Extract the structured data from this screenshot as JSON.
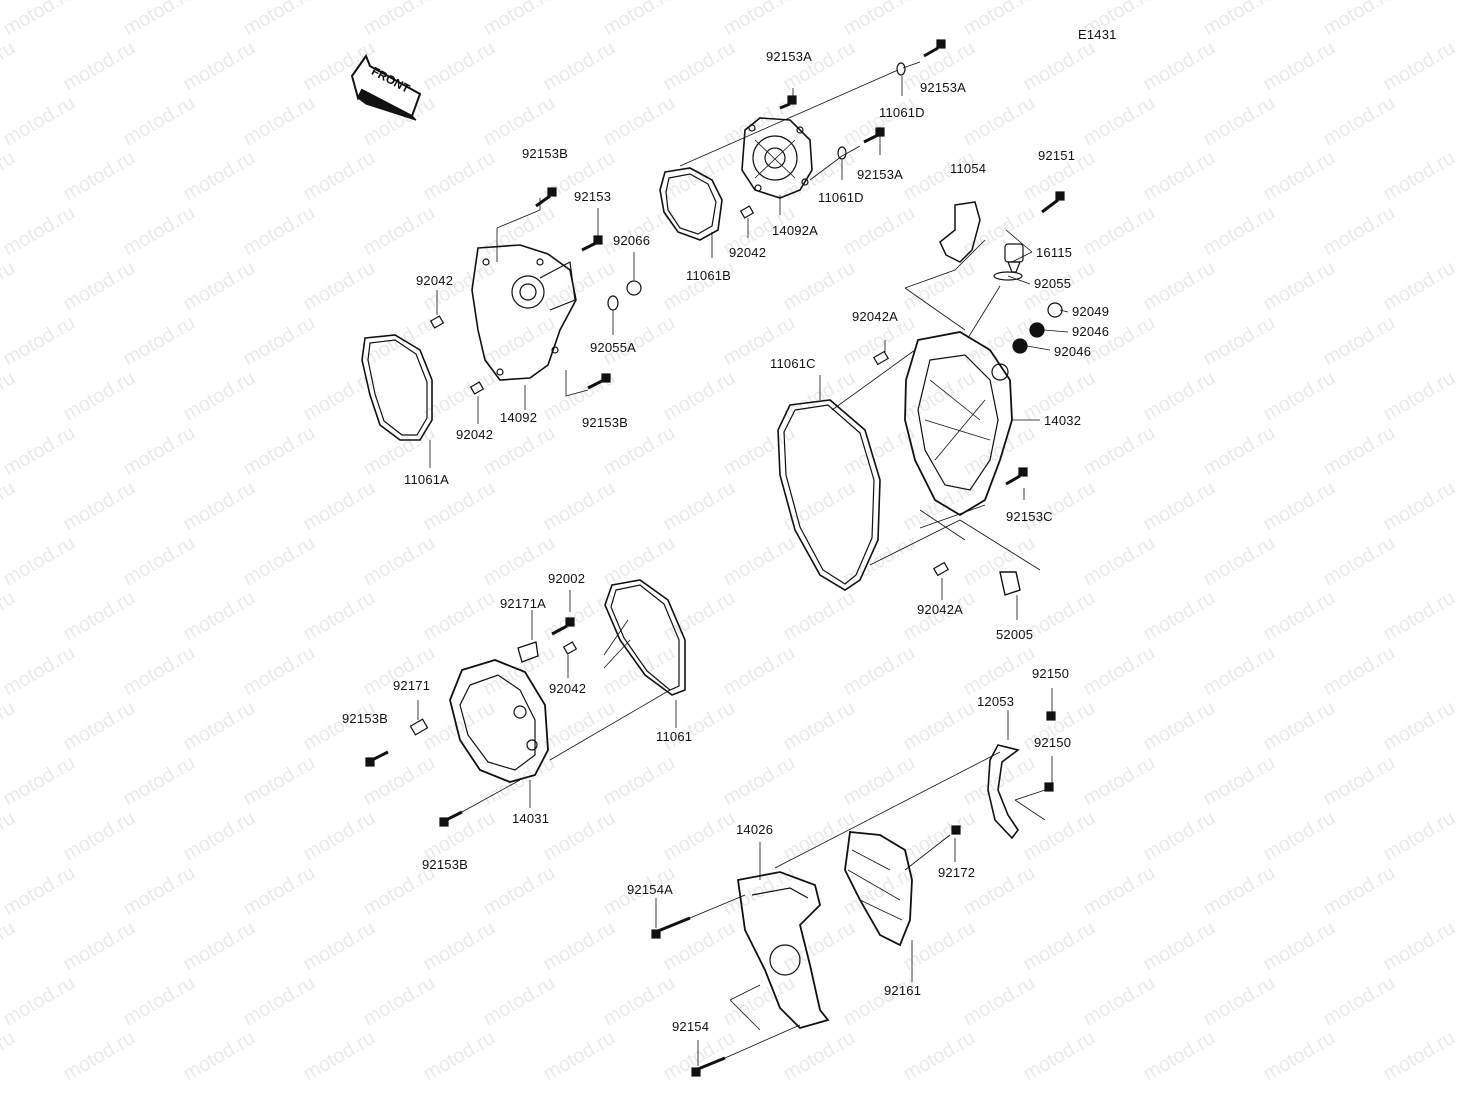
{
  "diagram_id": "E1431",
  "front_label": "FRONT",
  "watermark_text": "motod.ru",
  "ink_color": "#111111",
  "watermark_color": "#e9e9e9",
  "part_labels": [
    "92153A",
    "92153A",
    "11061D",
    "92153A",
    "11061D",
    "14092A",
    "92042",
    "11061B",
    "92153B",
    "92153",
    "92066",
    "92042",
    "92055A",
    "14092",
    "92153B",
    "92042",
    "11061A",
    "11054",
    "92151",
    "16115",
    "92055",
    "92049",
    "92046",
    "92046",
    "92042A",
    "11061C",
    "14032",
    "92153C",
    "92042A",
    "52005",
    "92002",
    "92171A",
    "92042",
    "11061",
    "92171",
    "92153B",
    "14031",
    "92153B",
    "92150",
    "12053",
    "92150",
    "14026",
    "92172",
    "92154A",
    "92161",
    "92154"
  ]
}
